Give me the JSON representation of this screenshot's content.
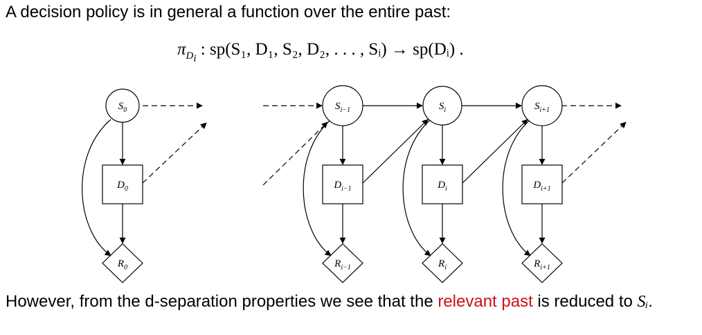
{
  "intro_text": "A decision policy is in general a function over the entire past:",
  "formula": {
    "pi": "π",
    "D": "D",
    "sub_i": "i",
    "rest": " : sp(S₁, D₁, S₂, D₂, . . . , Sᵢ) → sp(Dᵢ) ."
  },
  "nodes": {
    "S0": {
      "base": "S",
      "sub": "0"
    },
    "D0": {
      "base": "D",
      "sub": "0"
    },
    "R0": {
      "base": "R",
      "sub": "0"
    },
    "Sim1": {
      "base": "S",
      "sub": "i−1"
    },
    "Dim1": {
      "base": "D",
      "sub": "i−1"
    },
    "Rim1": {
      "base": "R",
      "sub": "i−1"
    },
    "Si": {
      "base": "S",
      "sub": "i"
    },
    "Di": {
      "base": "D",
      "sub": "i"
    },
    "Ri": {
      "base": "R",
      "sub": "i"
    },
    "Sip1": {
      "base": "S",
      "sub": "i+1"
    },
    "Dip1": {
      "base": "D",
      "sub": "i+1"
    },
    "Rip1": {
      "base": "R",
      "sub": "i+1"
    }
  },
  "outro": {
    "before": "However, from the d-separation properties we see that the ",
    "highlight": "relevant past",
    "after": " is reduced to ",
    "math": "Sᵢ",
    "end": "."
  },
  "colors": {
    "highlight": "#cc1111",
    "ink": "#000000"
  }
}
